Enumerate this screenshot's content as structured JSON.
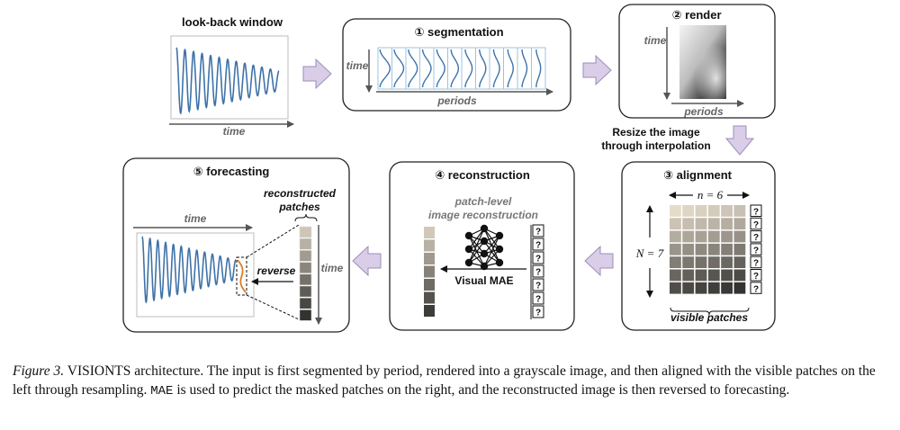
{
  "top": {
    "lookback_title": "look-back window",
    "lookback_axis": "time",
    "segmentation_title": "① segmentation",
    "segmentation_y_axis": "time",
    "segmentation_x_axis": "periods",
    "render_title": "② render",
    "render_y_axis": "time",
    "render_x_axis": "periods",
    "resize_line1": "Resize the image",
    "resize_line2": "through interpolation"
  },
  "bottom": {
    "alignment_title": "③ alignment",
    "n_label": "n = 6",
    "N_label": "N = 7",
    "visible_patches": "visible patches",
    "mask_symbol": "?",
    "reconstruction_title": "④ reconstruction",
    "patch_level_line1": "patch-level",
    "patch_level_line2": "image reconstruction",
    "visual_mae": "Visual MAE",
    "forecasting_title": "⑤ forecasting",
    "reconstructed_line1": "reconstructed",
    "reconstructed_line2": "patches",
    "forecast_time_top": "time",
    "forecast_time_side": "time",
    "reverse": "reverse"
  },
  "caption": {
    "fig_label": "Figure 3.",
    "name_v": "V",
    "name_rest": "ISION",
    "name_ts": "TS",
    "text1": " architecture. The input is first segmented by period, rendered into a grayscale image, and then aligned with the visible patches on the left through resampling. ",
    "mae": "MAE",
    "text2": " is used to predict the masked patches on the right, and the reconstructed image is then reversed to forecasting."
  },
  "colors": {
    "wave": "#3f72a8",
    "arrow_fill": "#d9cde8",
    "arrow_stroke": "#9f8cb8",
    "forecast": "#e07b22",
    "axis": "#555555"
  }
}
